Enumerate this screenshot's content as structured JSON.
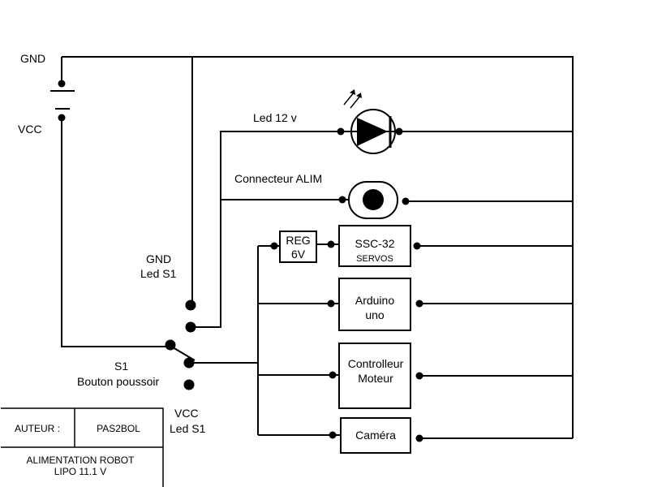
{
  "labels": {
    "gnd_top": "GND",
    "vcc_left": "VCC",
    "led_12v": "Led 12 v",
    "connecteur_alim": "Connecteur ALIM",
    "gnd_led_line1": "GND",
    "gnd_led_line2": "Led S1",
    "s1_line1": "S1",
    "s1_line2": "Bouton poussoir",
    "vcc_led_line1": "VCC",
    "vcc_led_line2": "Led S1"
  },
  "components": {
    "reg": {
      "line1": "REG",
      "line2": "6V"
    },
    "ssc32": {
      "line1": "SSC-32",
      "line2": "SERVOS"
    },
    "arduino": {
      "line1": "Arduino",
      "line2": "uno"
    },
    "controlleur": {
      "line1": "Controlleur",
      "line2": "Moteur"
    },
    "camera": {
      "line1": "Caméra"
    }
  },
  "title_block": {
    "auteur_label": "AUTEUR :",
    "auteur_value": "PAS2BOL",
    "title_line1": "ALIMENTATION ROBOT",
    "title_line2": "LIPO 11.1 V"
  }
}
